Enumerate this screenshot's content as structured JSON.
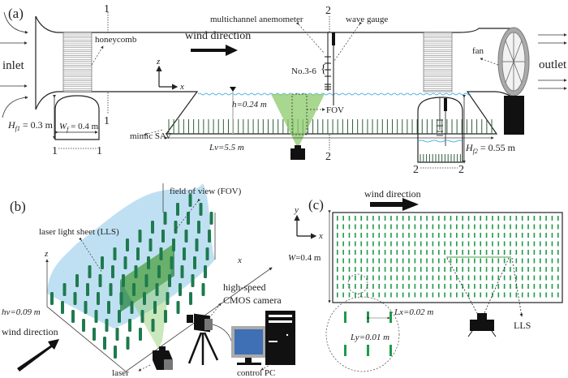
{
  "panel_a": {
    "label": "(a)",
    "inlet": "inlet",
    "outlet": "outlet",
    "honeycomb": "honeycomb",
    "wind_direction": "wind direction",
    "multichannel_anemometer": "multichannel anemometer",
    "wave_gauge": "wave gauge",
    "probes": "No.3-6",
    "fan": "fan",
    "fov": "FOV",
    "mimic_sav": "mimic SAV",
    "water_depth": "h=0.24 m",
    "veg_length": "Lv=5.5 m",
    "hf1_label": "H",
    "hf1_sub": "f1",
    "hf1_value": " = 0.3 m",
    "wf_label": "W",
    "wf_sub": "f",
    "wf_value": " = 0.4 m",
    "hf2_label": "H",
    "hf2_sub": "f2",
    "hf2_value": " = 0.55 m",
    "section1": "1",
    "section2": "2",
    "axis_z": "z",
    "axis_x": "x",
    "stem_count": 66
  },
  "panel_b": {
    "label": "(b)",
    "fov": "field of view (FOV)",
    "lls": "laser light sheet (LLS)",
    "camera": "high-speed",
    "camera2": "CMOS camera",
    "control_pc": "control PC",
    "laser": "laser",
    "wind_direction": "wind direction",
    "hv": "hv=0.09 m",
    "axis_z": "z",
    "axis_x": "x"
  },
  "panel_c": {
    "label": "(c)",
    "wind_direction": "wind direction",
    "width": "W=0.4 m",
    "lx": "Lx=0.02 m",
    "ly": "Ly=0.01 m",
    "lls": "LLS",
    "axis_y": "y",
    "axis_x": "x",
    "grid_cols": 38,
    "grid_rows": 10
  },
  "colors": {
    "vegetation": "#1e7a4e",
    "stem_a": "#2f5d3a",
    "water": "#2a9fd6",
    "light": "#8bc96a",
    "sky": "#bfe0f2",
    "monitor": "#3f6fb5"
  }
}
